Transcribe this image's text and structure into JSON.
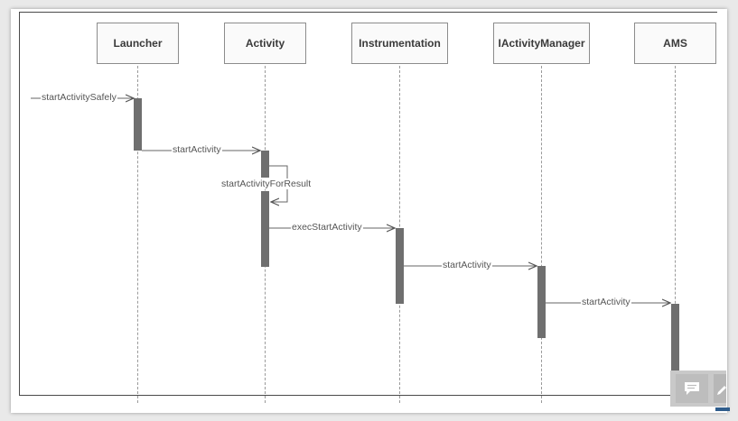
{
  "lifelines": {
    "launcher": "Launcher",
    "activity": "Activity",
    "instrumentation": "Instrumentation",
    "iactivitymanager": "IActivityManager",
    "ams": "AMS"
  },
  "messages": {
    "m1": "startActivitySafely",
    "m2": "startActivity",
    "m3": "startActivityForResult",
    "m4": "execStartActivity",
    "m5": "startActivity",
    "m6": "startActivity"
  },
  "icons": {
    "feedback": "chat-bubble-icon",
    "edge": "pencil-icon"
  }
}
